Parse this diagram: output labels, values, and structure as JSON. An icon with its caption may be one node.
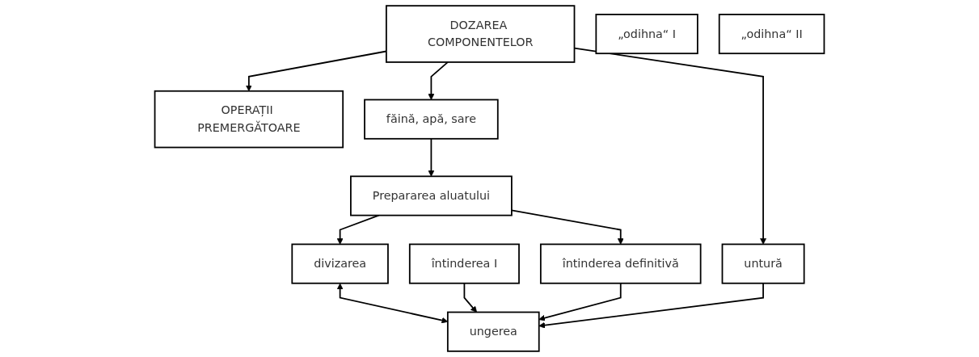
{
  "diagram": {
    "nodes": [
      {
        "text": [
          "DOZAREA COMPONENTELOR"
        ]
      },
      {
        "text": [
          "OPERAȚII PREMERGĂTOARE"
        ]
      },
      {
        "text": [
          "făină, apă, sare"
        ]
      },
      {
        "text": [
          "untură"
        ]
      },
      {
        "text": [
          "Prepararea aluatului"
        ]
      },
      {
        "text": [
          "divizarea"
        ]
      },
      {
        "text": [
          "„odihna“ I"
        ]
      },
      {
        "text": [
          "întinderea I"
        ]
      },
      {
        "text": [
          "„odihna“ II"
        ]
      },
      {
        "text": [
          "întinderea definitivă"
        ]
      },
      {
        "text": [
          "ungerea"
        ]
      }
    ],
    "edges": [
      {
        "from": 0,
        "to": 1,
        "arrow": "to"
      },
      {
        "from": 0,
        "to": 2,
        "arrow": "to"
      },
      {
        "from": 0,
        "to": 3,
        "arrow": "to"
      },
      {
        "from": 2,
        "to": 4,
        "arrow": "to"
      },
      {
        "from": 4,
        "to": 5,
        "arrow": "to"
      },
      {
        "from": 4,
        "to": 9,
        "arrow": "to"
      },
      {
        "from": 5,
        "to": 10,
        "arrow": "both"
      },
      {
        "from": 7,
        "to": 10,
        "arrow": "to"
      },
      {
        "from": 9,
        "to": 10,
        "arrow": "to"
      },
      {
        "from": 3,
        "to": 10,
        "arrow": "to"
      }
    ]
  }
}
